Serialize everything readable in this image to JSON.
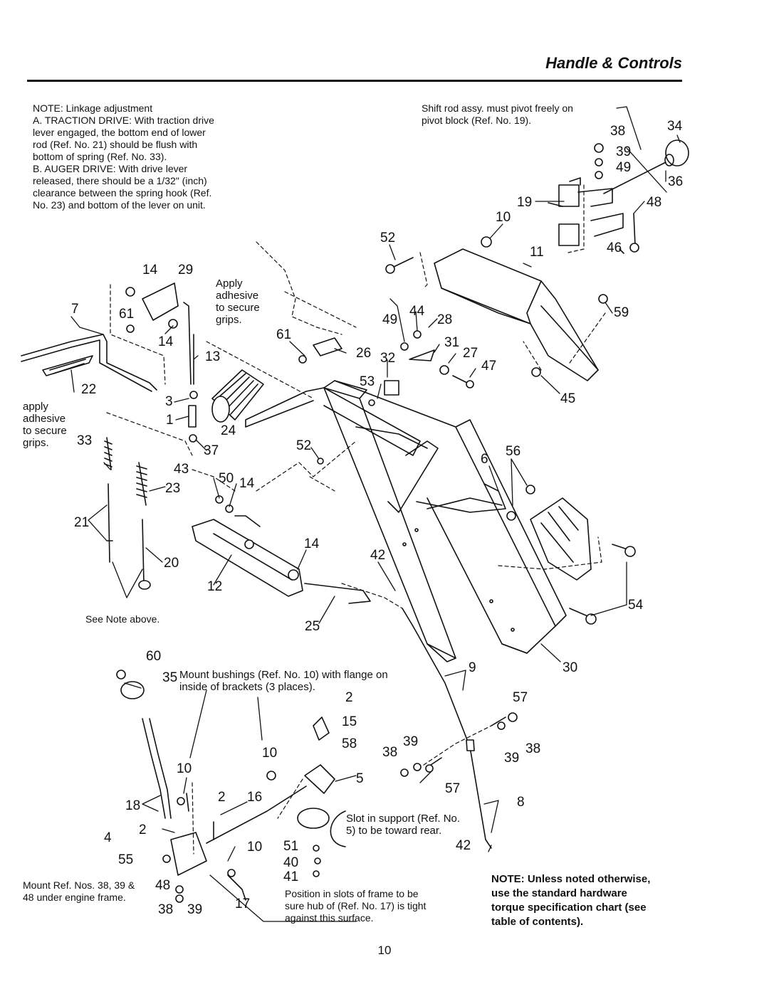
{
  "header": {
    "title": "Handle & Controls"
  },
  "notes": {
    "linkage": "NOTE: Linkage adjustment\nA.  TRACTION DRIVE: With traction drive\n     lever engaged, the bottom end of lower\n     rod (Ref. No. 21) should be flush with\n     bottom of spring (Ref. No. 33).\nB.  AUGER DRIVE: With drive lever\n     released, there should be a 1/32\" (inch)\n     clearance between the spring hook (Ref.\n     No. 23) and bottom of the lever on unit.",
    "shift_rod": "Shift rod assy. must pivot freely on\npivot block (Ref. No. 19).",
    "apply_adhesive_right": "Apply\nadhesive\nto secure\ngrips.",
    "apply_adhesive_left": "apply\nadhesive\nto secure\ngrips.",
    "see_note": "See Note above.",
    "mount_bushings": "Mount bushings (Ref. No. 10) with flange on\ninside of brackets (3 places).",
    "slot_support": "Slot in support (Ref. No.\n5) to be toward rear.",
    "mount_ref": "Mount Ref. Nos. 38, 39 &\n48 under engine frame.",
    "position_slots": "Position in slots of frame to be\nsure hub of (Ref. No. 17) is tight\nagainst this surface.",
    "torque": "NOTE: Unless noted otherwise,\nuse the standard hardware\ntorque specification chart (see\ntable of contents)."
  },
  "callouts": {
    "c14a": "14",
    "c29": "29",
    "c7": "7",
    "c61a": "61",
    "c14b": "14",
    "c13": "13",
    "c22": "22",
    "c3": "3",
    "c1": "1",
    "c24": "24",
    "c37": "37",
    "c33": "33",
    "c43": "43",
    "c50": "50",
    "c14c": "14",
    "c23": "23",
    "c21": "21",
    "c20": "20",
    "c12": "12",
    "c14d": "14",
    "c42a": "42",
    "c25": "25",
    "c61b": "61",
    "c26": "26",
    "c49a": "49",
    "c44": "44",
    "c28": "28",
    "c31": "31",
    "c27": "27",
    "c47": "47",
    "c32": "32",
    "c53": "53",
    "c52a": "52",
    "c52b": "52",
    "c10a": "10",
    "c11": "11",
    "c59": "59",
    "c45": "45",
    "c6": "6",
    "c56": "56",
    "c54": "54",
    "c30": "30",
    "c9": "9",
    "c38a": "38",
    "c34": "34",
    "c39a": "39",
    "c49b": "49",
    "c36": "36",
    "c19": "19",
    "c48a": "48",
    "c46": "46",
    "c60": "60",
    "c35": "35",
    "c2a": "2",
    "c15": "15",
    "c10b": "10",
    "c58": "58",
    "c10c": "10",
    "c5": "5",
    "c18": "18",
    "c2b": "2",
    "c16": "16",
    "c4": "4",
    "c2c": "2",
    "c55": "55",
    "c10d": "10",
    "c51": "51",
    "c40": "40",
    "c41": "41",
    "c48b": "48",
    "c38b": "38",
    "c39b": "39",
    "c17": "17",
    "c38c": "38",
    "c39c": "39",
    "c57a": "57",
    "c57b": "57",
    "c39d": "39",
    "c38d": "38",
    "c8": "8",
    "c42b": "42"
  },
  "page_number": "10"
}
